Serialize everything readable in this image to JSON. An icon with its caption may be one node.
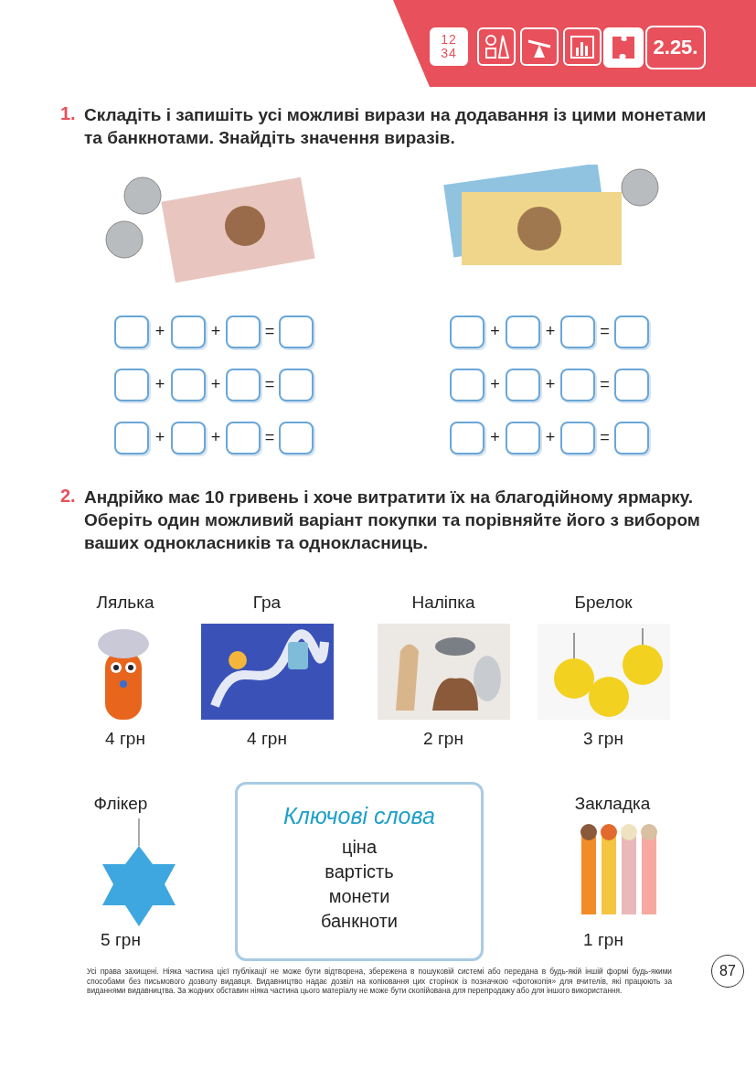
{
  "diagram": {
    "nodes": [
      {
        "text": [
          "12 34"
        ]
      },
      {
        "text": [
          "2.25."
        ]
      },
      {
        "text": [
          "Ключові слова",
          "ціна",
          "вартість",
          "монети",
          "банкноти"
        ]
      },
      {
        "text": [
          "87"
        ]
      }
    ],
    "labels": [
      "1.",
      "Складіть і запишіть усі можливі вирази на додавання із цими монетами та банкнотами. Знайдіть значення виразів.",
      "+",
      "+",
      "=",
      "+",
      "+",
      "=",
      "+",
      "+",
      "=",
      "+",
      "+",
      "=",
      "+",
      "+",
      "=",
      "+",
      "+",
      "=",
      "2.",
      "Андрійко має 10 гривень і хоче витратити їх на благодійному ярмарку. Оберіть один можливий варіант покупки та порівняйте його з вибором ваших однокласників та однокласниць.",
      "Лялька",
      "Гра",
      "Наліпка",
      "Брелок",
      "4 грн",
      "4 грн",
      "2 грн",
      "3 грн",
      "Флікер",
      "Закладка",
      "5 грн",
      "1 грн",
      "Усі права захищені. Ніяка частина цієї публікації не може бути відтворена, збережена в пошуковій системі або передана в будь-якій іншій формі будь-якими способами без письмового дозволу видавця. Видавництво надає дозвіл на копіювання цих сторінок із позначкою «фотокопія» для вчителів, які працюють за виданнями видавництва. За жодних обставин ніяка частина цього матеріалу не може бути скопійована для перепродажу або для іншого використання."
    ]
  }
}
